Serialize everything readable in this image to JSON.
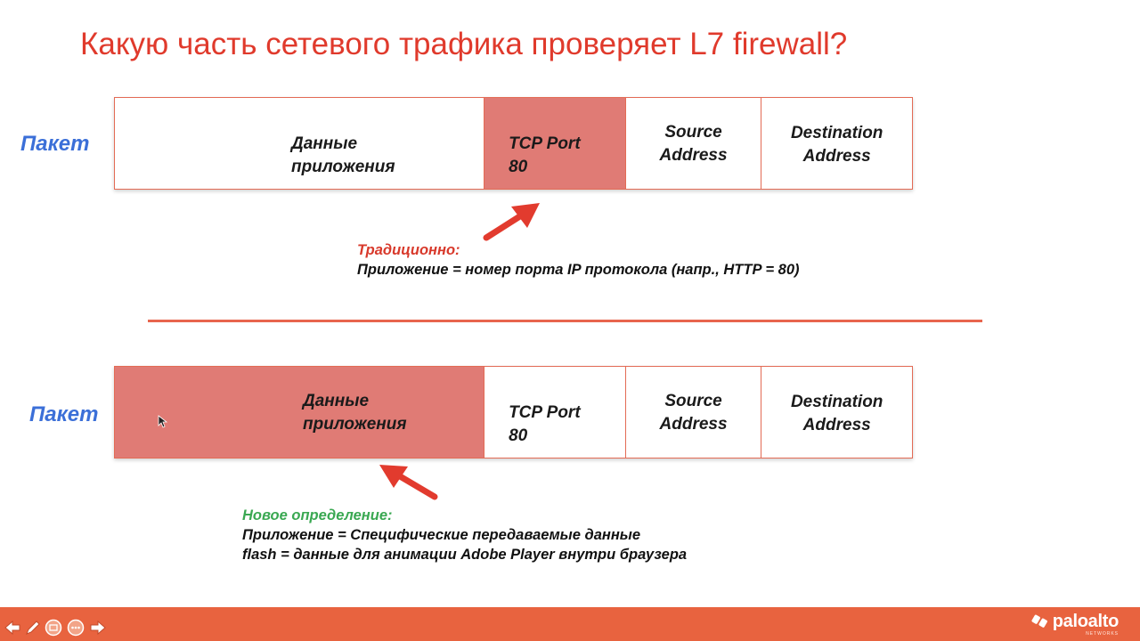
{
  "slide": {
    "title": "Какую часть сетевого трафика проверяет L7 firewall?",
    "packet_top": {
      "label": "Пакет",
      "data_line1": "Данные",
      "data_line2": "приложения",
      "tcp_line1": "TCP Port",
      "tcp_line2": "80",
      "src_line1": "Source",
      "src_line2": "Address",
      "dst_line1": "Destination",
      "dst_line2": "Address",
      "highlighted_field": "tcp"
    },
    "note_traditional": {
      "heading": "Традиционно:",
      "line1": "Приложение = номер порта IP протокола (напр., HTTP = 80)"
    },
    "packet_bottom": {
      "label": "Пакет",
      "data_line1": "Данные",
      "data_line2": "приложения",
      "tcp_line1": "TCP Port",
      "tcp_line2": "80",
      "src_line1": "Source",
      "src_line2": "Address",
      "dst_line1": "Destination",
      "dst_line2": "Address",
      "highlighted_field": "data"
    },
    "note_new": {
      "heading": "Новое определение:",
      "line1": "Приложение = Специфические передаваемые данные",
      "line2": "flash = данные для анимации Adobe Player внутри браузера"
    }
  },
  "colors": {
    "title": "#e03a2c",
    "packet_label": "#3b6fd8",
    "highlight": "#e07b75",
    "arrow": "#e23b2e",
    "note_traditional_heading": "#d8392b",
    "note_new_heading": "#3aa852",
    "bottom_bar": "#e8633f"
  },
  "toolbar": {
    "icons": [
      "arrow-left-icon",
      "pen-icon",
      "slides-icon",
      "more-icon",
      "arrow-right-icon"
    ]
  },
  "brand": {
    "name": "paloalto",
    "tagline": "NETWORKS"
  }
}
